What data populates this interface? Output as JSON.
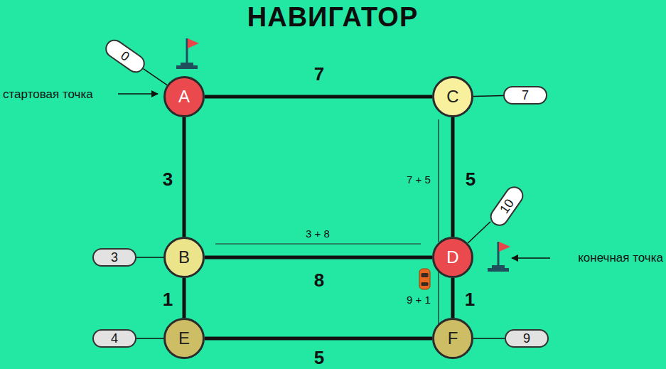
{
  "diagram": {
    "title": "НАВИГАТОР",
    "nodes": [
      {
        "text": [
          "0"
        ]
      },
      {
        "text": [
          "A"
        ]
      },
      {
        "text": [
          "C"
        ]
      },
      {
        "text": [
          "7"
        ]
      },
      {
        "text": [
          "10"
        ]
      },
      {
        "text": [
          "3"
        ]
      },
      {
        "text": [
          "B"
        ]
      },
      {
        "text": [
          "D"
        ]
      },
      {
        "text": [
          "4"
        ]
      },
      {
        "text": [
          "E"
        ]
      },
      {
        "text": [
          "F"
        ]
      },
      {
        "text": [
          "9"
        ]
      }
    ],
    "edges": [
      {
        "from": 1,
        "to": 2,
        "label": "7",
        "arrow": "none"
      },
      {
        "from": 1,
        "to": 6,
        "label": "3",
        "arrow": "none"
      },
      {
        "from": 2,
        "to": 7,
        "label": "5",
        "arrow": "none"
      },
      {
        "from": 6,
        "to": 7,
        "label": "8",
        "arrow": "none"
      },
      {
        "from": 6,
        "to": 9,
        "label": "1",
        "arrow": "none"
      },
      {
        "from": 7,
        "to": 10,
        "label": "1",
        "arrow": "none"
      },
      {
        "from": 9,
        "to": 10,
        "label": "5",
        "arrow": "none"
      },
      {
        "from": 0,
        "to": 1,
        "arrow": "none"
      },
      {
        "from": 3,
        "to": 2,
        "arrow": "none"
      },
      {
        "from": 4,
        "to": 7,
        "arrow": "none"
      },
      {
        "from": 5,
        "to": 6,
        "arrow": "none"
      },
      {
        "from": 8,
        "to": 9,
        "arrow": "none"
      },
      {
        "from": 11,
        "to": 10,
        "arrow": "none"
      }
    ],
    "labels": [
      "стартовая точка",
      "7 + 5",
      "3 + 8",
      "конечная точка",
      "9 + 1"
    ]
  }
}
